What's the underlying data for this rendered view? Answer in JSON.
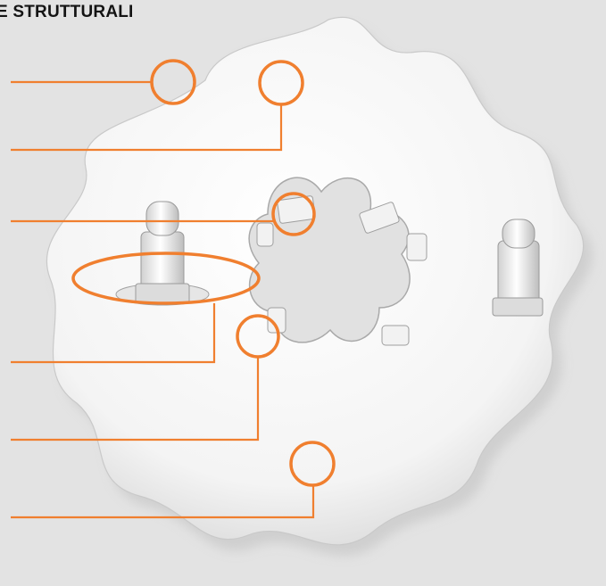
{
  "title": "E STRUTTURALI",
  "colors": {
    "background": "#e3e3e3",
    "accent": "#f07f2f",
    "part": "#f7f7f7"
  },
  "callouts": [
    {
      "name": "callout-1",
      "shape": "circle"
    },
    {
      "name": "callout-2",
      "shape": "circle"
    },
    {
      "name": "callout-3",
      "shape": "circle"
    },
    {
      "name": "callout-4",
      "shape": "ellipse"
    },
    {
      "name": "callout-5",
      "shape": "circle"
    },
    {
      "name": "callout-6",
      "shape": "circle"
    }
  ]
}
